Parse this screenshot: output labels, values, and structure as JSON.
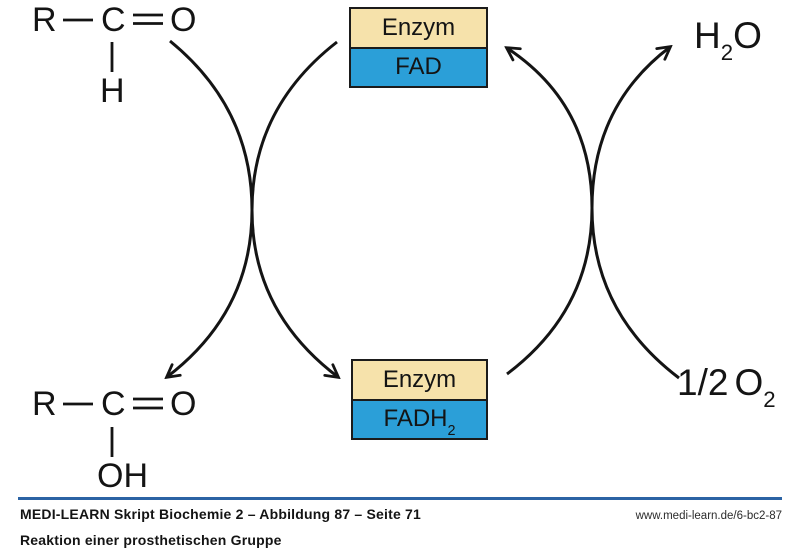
{
  "diagram": {
    "aldehyde": {
      "r": "R",
      "c": "C",
      "o": "O",
      "h": "H"
    },
    "acid": {
      "r": "R",
      "c": "C",
      "o": "O",
      "oh": "OH"
    },
    "enzyme_fad": {
      "enzyme": "Enzym",
      "cofactor": "FAD"
    },
    "enzyme_fadh2": {
      "enzyme": "Enzym",
      "cofactor_main": "FADH",
      "cofactor_sub": "2"
    },
    "water": {
      "h": "H",
      "sub": "2",
      "o": "O"
    },
    "oxygen": {
      "prefix": "1/2",
      "o": "O",
      "sub": "2"
    },
    "arrows": [
      {
        "name": "aldehyde-to-enzym-fadh2",
        "from": "aldehyde",
        "to": "enzym-fadh2",
        "direction": "down"
      },
      {
        "name": "enzym-fad-to-acid",
        "from": "enzym-fad",
        "to": "carboxylic-acid",
        "direction": "down"
      },
      {
        "name": "enzym-fadh2-to-water",
        "from": "enzym-fadh2",
        "to": "h2o",
        "direction": "up"
      },
      {
        "name": "oxygen-to-enzym-fad",
        "from": "half-o2",
        "to": "enzym-fad",
        "direction": "up"
      }
    ]
  },
  "footer": {
    "source": "MEDI-LEARN Skript Biochemie 2 – Abbildung 87 – Seite 71",
    "url": "www.medi-learn.de/6-bc2-87",
    "caption": "Reaktion einer prosthetischen Gruppe"
  },
  "colors": {
    "enzyme_bg": "#F6E2AB",
    "cofactor_bg": "#2B9FD8",
    "footer_rule": "#2B63A4",
    "ink": "#141414"
  }
}
